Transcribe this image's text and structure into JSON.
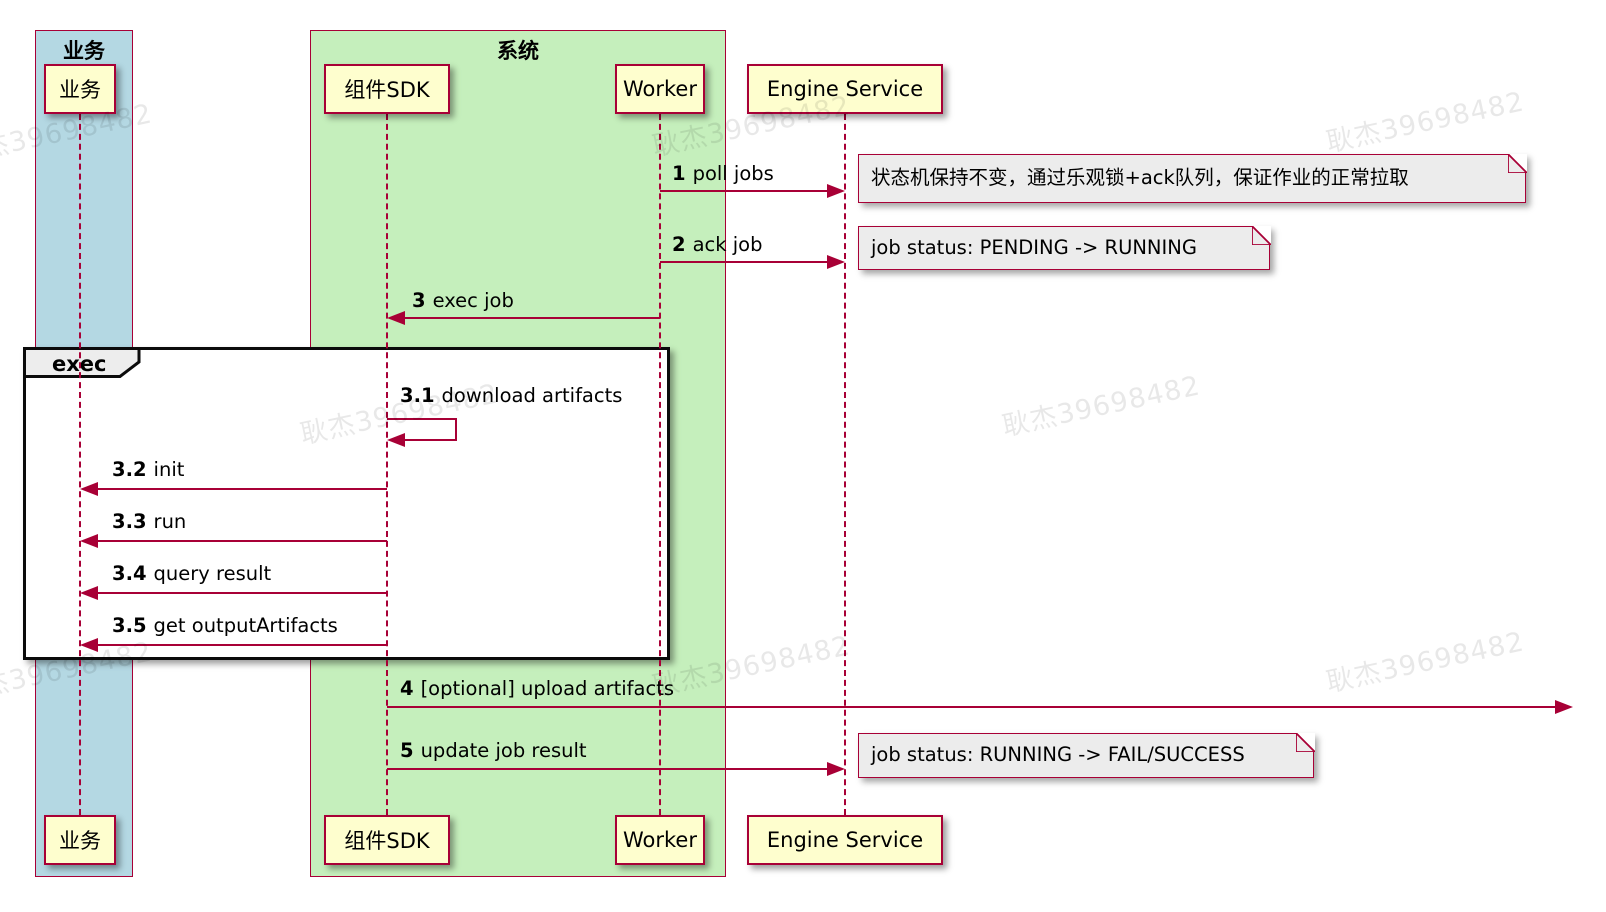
{
  "diagram": {
    "title_type": "sequence-diagram",
    "watermark": {
      "text": "耿杰39698482"
    },
    "colors": {
      "accent": "#A80036",
      "participant_fill": "#FEFECE",
      "note_fill": "#ECECEC",
      "business_box_fill": "#B4D8E3",
      "system_box_fill": "#C5EFBC",
      "frame_border": "#0B0B0B",
      "frame_tab_fill": "#EDEDED"
    },
    "boxes": [
      {
        "label": "业务"
      },
      {
        "label": "系统"
      }
    ],
    "participants": [
      {
        "label": "业务"
      },
      {
        "label": "组件SDK"
      },
      {
        "label": "Worker"
      },
      {
        "label": "Engine Service"
      }
    ],
    "frame": {
      "label": "exec"
    },
    "messages": [
      {
        "num": "1",
        "text": "poll jobs"
      },
      {
        "num": "2",
        "text": "ack job"
      },
      {
        "num": "3",
        "text": "exec job"
      },
      {
        "num": "3.1",
        "text": "download artifacts"
      },
      {
        "num": "3.2",
        "text": "init"
      },
      {
        "num": "3.3",
        "text": "run"
      },
      {
        "num": "3.4",
        "text": "query result"
      },
      {
        "num": "3.5",
        "text": "get outputArtifacts"
      },
      {
        "num": "4",
        "text": "[optional] upload artifacts"
      },
      {
        "num": "5",
        "text": "update job result"
      }
    ],
    "notes": [
      {
        "text": "状态机保持不变，通过乐观锁+ack队列，保证作业的正常拉取"
      },
      {
        "text": "job status: PENDING -> RUNNING"
      },
      {
        "text": "job status: RUNNING -> FAIL/SUCCESS"
      }
    ]
  }
}
